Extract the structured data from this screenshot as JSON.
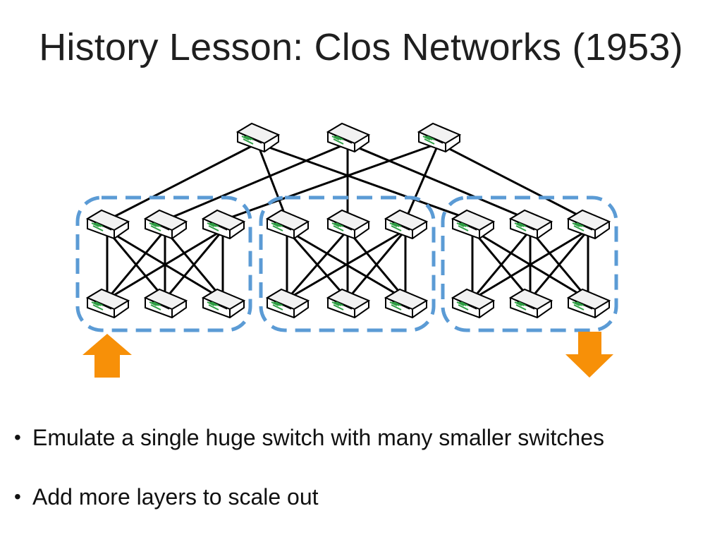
{
  "slide": {
    "title": "History Lesson: Clos Networks (1953)"
  },
  "bullets": [
    "Emulate a single huge switch with many smaller switches",
    "Add more layers to scale out"
  ],
  "colors": {
    "group_outline": "#5b9bd5",
    "arrow": "#f79008",
    "link": "#000000",
    "switch_body": "#f2f2f2",
    "switch_ports": "#2f9e44"
  },
  "icons": {
    "switch": "network-switch-icon",
    "input_arrow": "arrow-up-icon",
    "output_arrow": "arrow-down-icon"
  }
}
